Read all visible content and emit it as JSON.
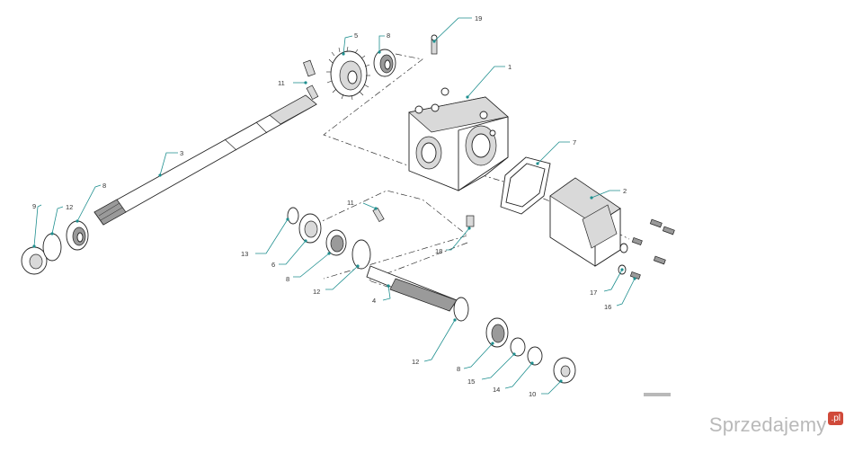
{
  "callouts": [
    "19",
    "5",
    "8",
    "1",
    "11",
    "3",
    "7",
    "2",
    "9",
    "12",
    "8",
    "11",
    "13",
    "6",
    "8",
    "12",
    "18",
    "4",
    "17",
    "16",
    "12",
    "8",
    "15",
    "14",
    "10"
  ],
  "watermark": {
    "text": "Sprzedajemy",
    "suffix": ".pl"
  },
  "colors": {
    "leader": "#1e8f8f",
    "watermark": "#b9b9b9",
    "badge": "#d04a3a"
  }
}
